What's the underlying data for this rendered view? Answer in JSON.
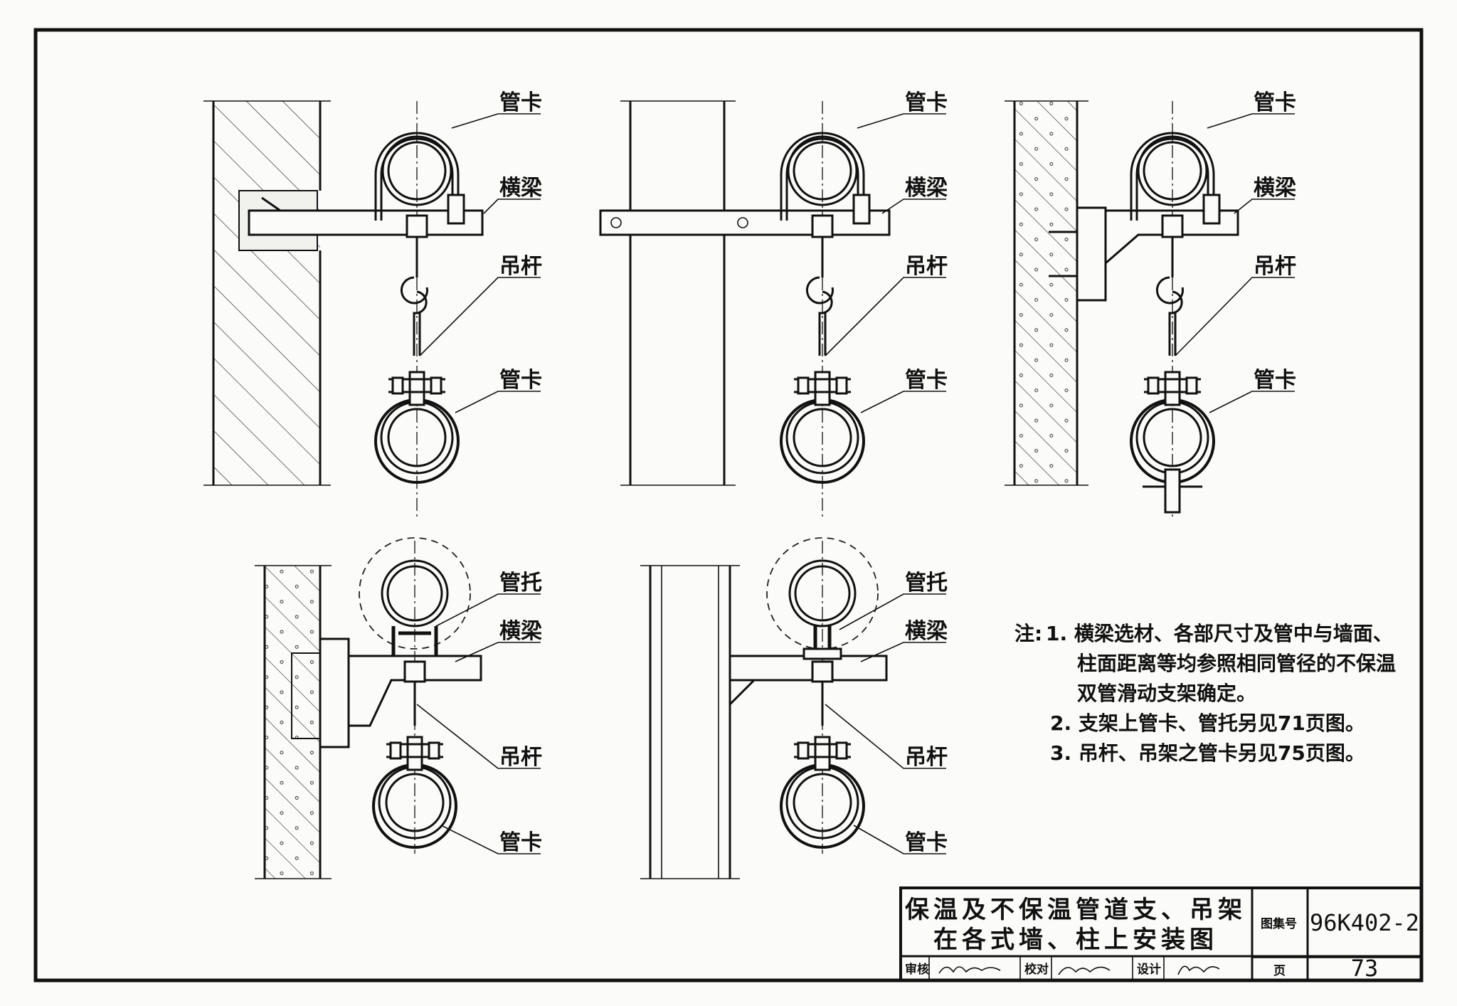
{
  "labels": {
    "pipe_clamp": "管卡",
    "crossbeam": "横梁",
    "hanger_rod": "吊杆",
    "pipe_support": "管托"
  },
  "notes": {
    "prefix": "注:",
    "line1": "1. 横梁选材、各部尺寸及管中与墙面、",
    "line1b": "柱面距离等均参照相同管径的不保温",
    "line1c": "双管滑动支架确定。",
    "line2": "2. 支架上管卡、管托另见71页图。",
    "line3": "3. 吊杆、吊架之管卡另见75页图。"
  },
  "title_block": {
    "title_line1": "保温及不保温管道支、吊架",
    "title_line2": "在各式墙、柱上安装图",
    "atlas_label": "图集号",
    "atlas_no": "96K402-2",
    "page_label": "页",
    "page_no": "73",
    "review_label": "审核",
    "check_label": "校对",
    "design_label": "设计"
  }
}
